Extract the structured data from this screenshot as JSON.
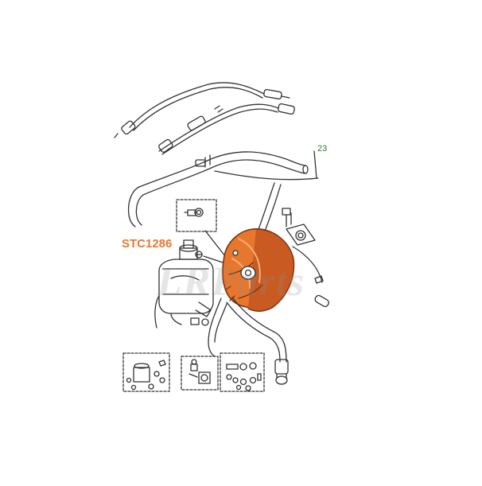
{
  "diagram": {
    "part_callout": "STC1286",
    "reference_callout": "23",
    "watermark_text": "LRParts",
    "colors": {
      "line": "#333333",
      "highlight": "#e8772e",
      "highlight_dark": "#a8471c",
      "part_label": "#e8772e",
      "ref_label": "#2e7d32"
    }
  }
}
